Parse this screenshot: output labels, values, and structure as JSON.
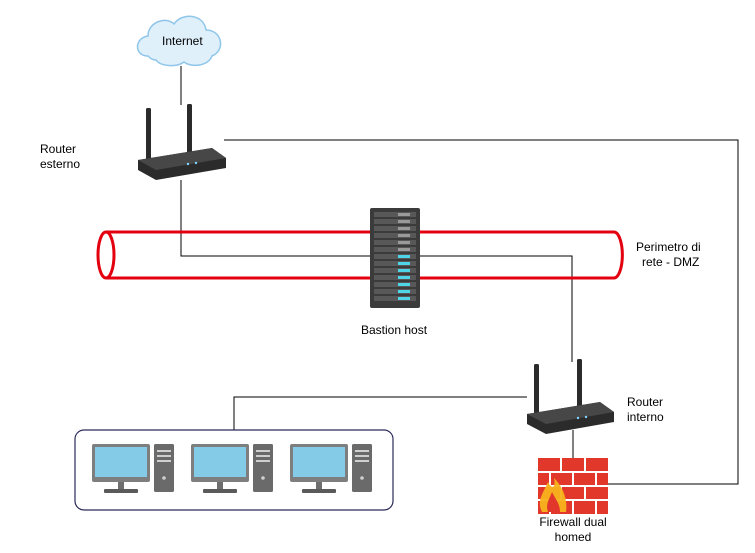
{
  "labels": {
    "internet": "Internet",
    "router_esterno_line1": "Router",
    "router_esterno_line2": "esterno",
    "perimetro_line1": "Perimetro di",
    "perimetro_line2": "rete - DMZ",
    "bastion_host": "Bastion host",
    "router_interno_line1": "Router",
    "router_interno_line2": "interno",
    "firewall_line1": "Firewall dual",
    "firewall_line2": "homed"
  },
  "colors": {
    "perimeter_stroke": "#e3000f",
    "link_line": "#000000",
    "cloud_fill": "#dff0fb",
    "cloud_stroke": "#8fc6ea",
    "router_body": "#2b2b2b",
    "server_body": "#3b3b3b",
    "server_led": "#4fd5e8",
    "monitor_screen": "#84cbe7",
    "brick": "#e2372b",
    "flame": "#f7b21b",
    "lan_border": "#2a2a5a"
  },
  "icons": [
    "cloud-icon",
    "router-icon",
    "server-icon",
    "desktop-computer-icon",
    "firewall-icon"
  ]
}
